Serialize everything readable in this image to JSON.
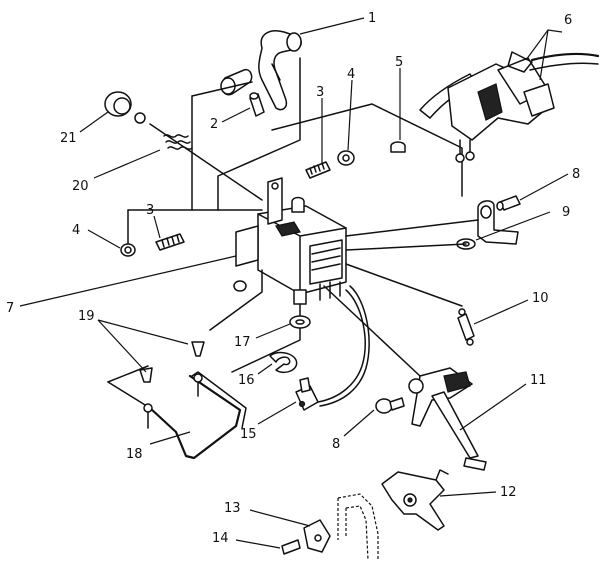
{
  "diagram": {
    "callouts": [
      {
        "id": "c1a",
        "label": "1"
      },
      {
        "id": "c2",
        "label": "2"
      },
      {
        "id": "c3a",
        "label": "3"
      },
      {
        "id": "c4a",
        "label": "4"
      },
      {
        "id": "c5",
        "label": "5"
      },
      {
        "id": "c6",
        "label": "6"
      },
      {
        "id": "c21",
        "label": "21"
      },
      {
        "id": "c20",
        "label": "20"
      },
      {
        "id": "c4b",
        "label": "4"
      },
      {
        "id": "c3b",
        "label": "3"
      },
      {
        "id": "c8a",
        "label": "8"
      },
      {
        "id": "c9",
        "label": "9"
      },
      {
        "id": "c7",
        "label": "7"
      },
      {
        "id": "c10",
        "label": "10"
      },
      {
        "id": "c19",
        "label": "19"
      },
      {
        "id": "c17",
        "label": "17"
      },
      {
        "id": "c16",
        "label": "16"
      },
      {
        "id": "c11",
        "label": "11"
      },
      {
        "id": "c8b",
        "label": "8"
      },
      {
        "id": "c15",
        "label": "15"
      },
      {
        "id": "c18",
        "label": "18"
      },
      {
        "id": "c12",
        "label": "12"
      },
      {
        "id": "c13",
        "label": "13"
      },
      {
        "id": "c14",
        "label": "14"
      }
    ]
  }
}
